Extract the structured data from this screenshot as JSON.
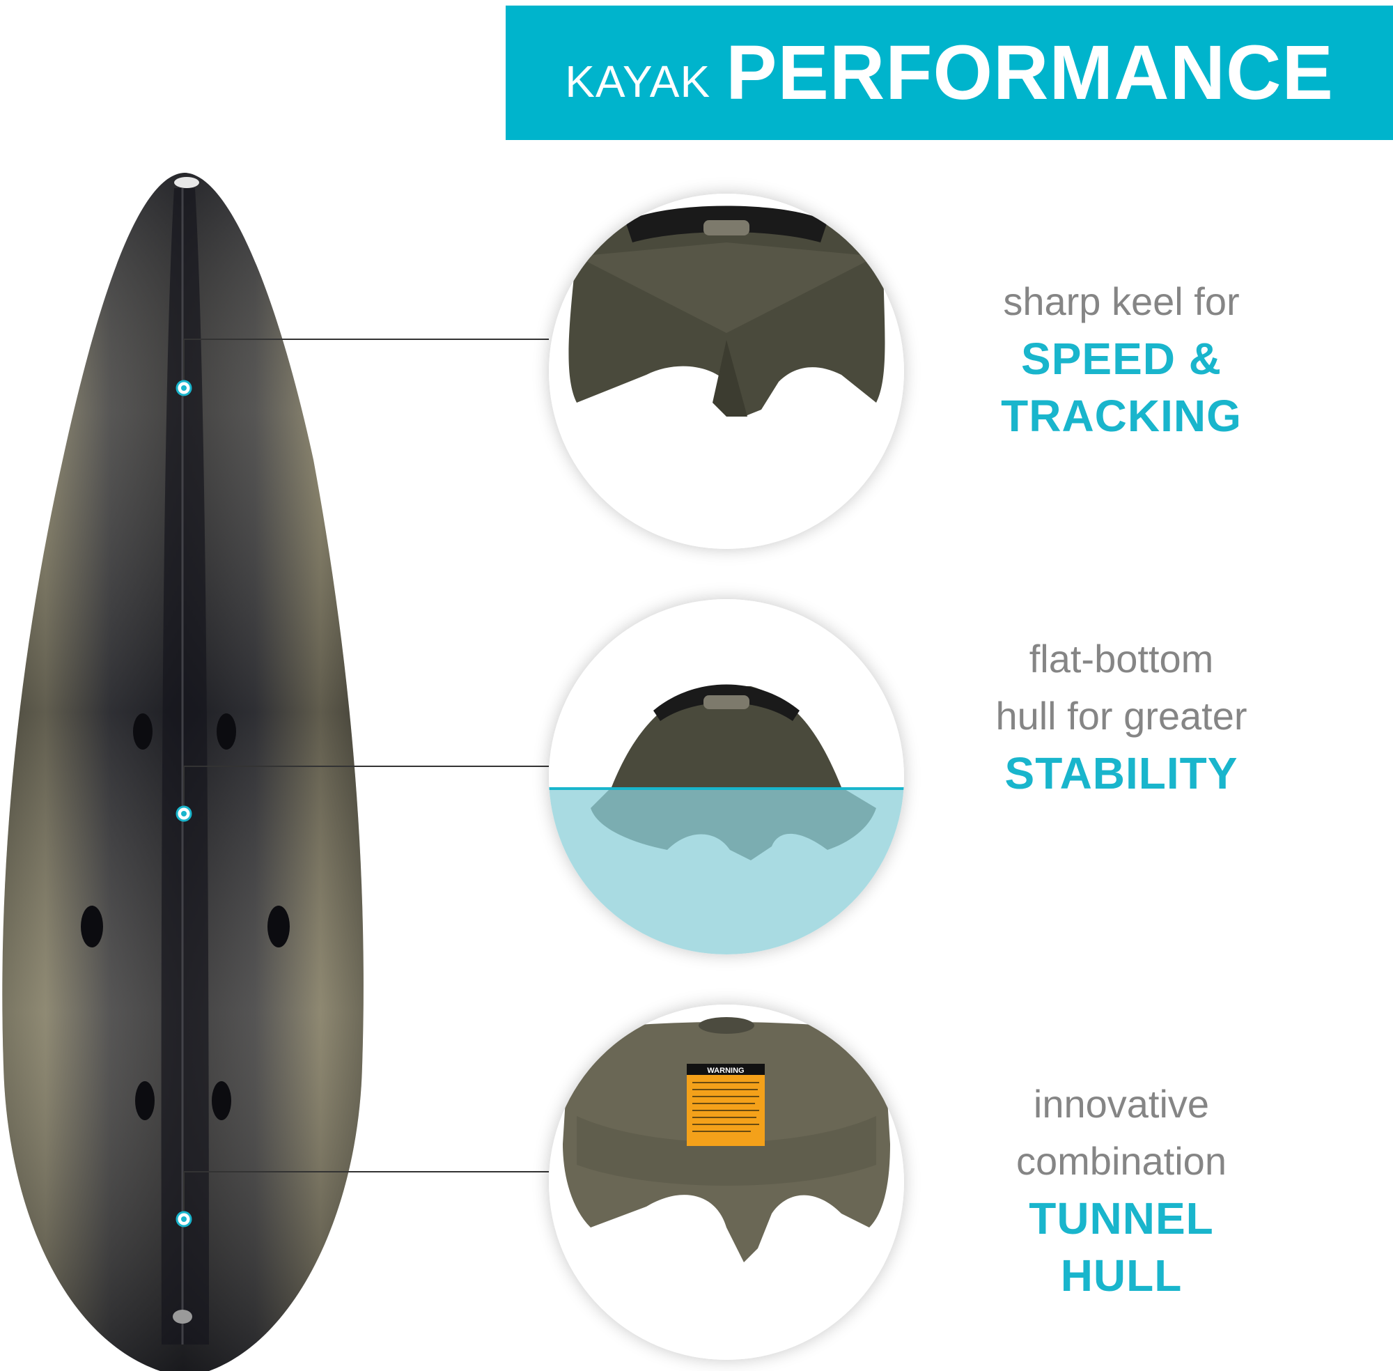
{
  "header": {
    "light": "KAYAK",
    "bold": "PERFORMANCE"
  },
  "colors": {
    "accent": "#00b4cc",
    "caption_gray": "#858585",
    "hull": "#4b4a3d",
    "water": "#9fd3da"
  },
  "features": [
    {
      "light_lines": [
        "sharp keel for"
      ],
      "bold_lines": [
        "SPEED &",
        "TRACKING"
      ],
      "image": "sharp-keel-hull"
    },
    {
      "light_lines": [
        "flat-bottom",
        "hull for greater"
      ],
      "bold_lines": [
        "STABILITY"
      ],
      "image": "flat-bottom-hull-in-water"
    },
    {
      "light_lines": [
        "innovative",
        "combination"
      ],
      "bold_lines": [
        "TUNNEL",
        "HULL"
      ],
      "image": "tunnel-hull-with-warning-label"
    }
  ],
  "warning_label": {
    "title": "WARNING"
  }
}
